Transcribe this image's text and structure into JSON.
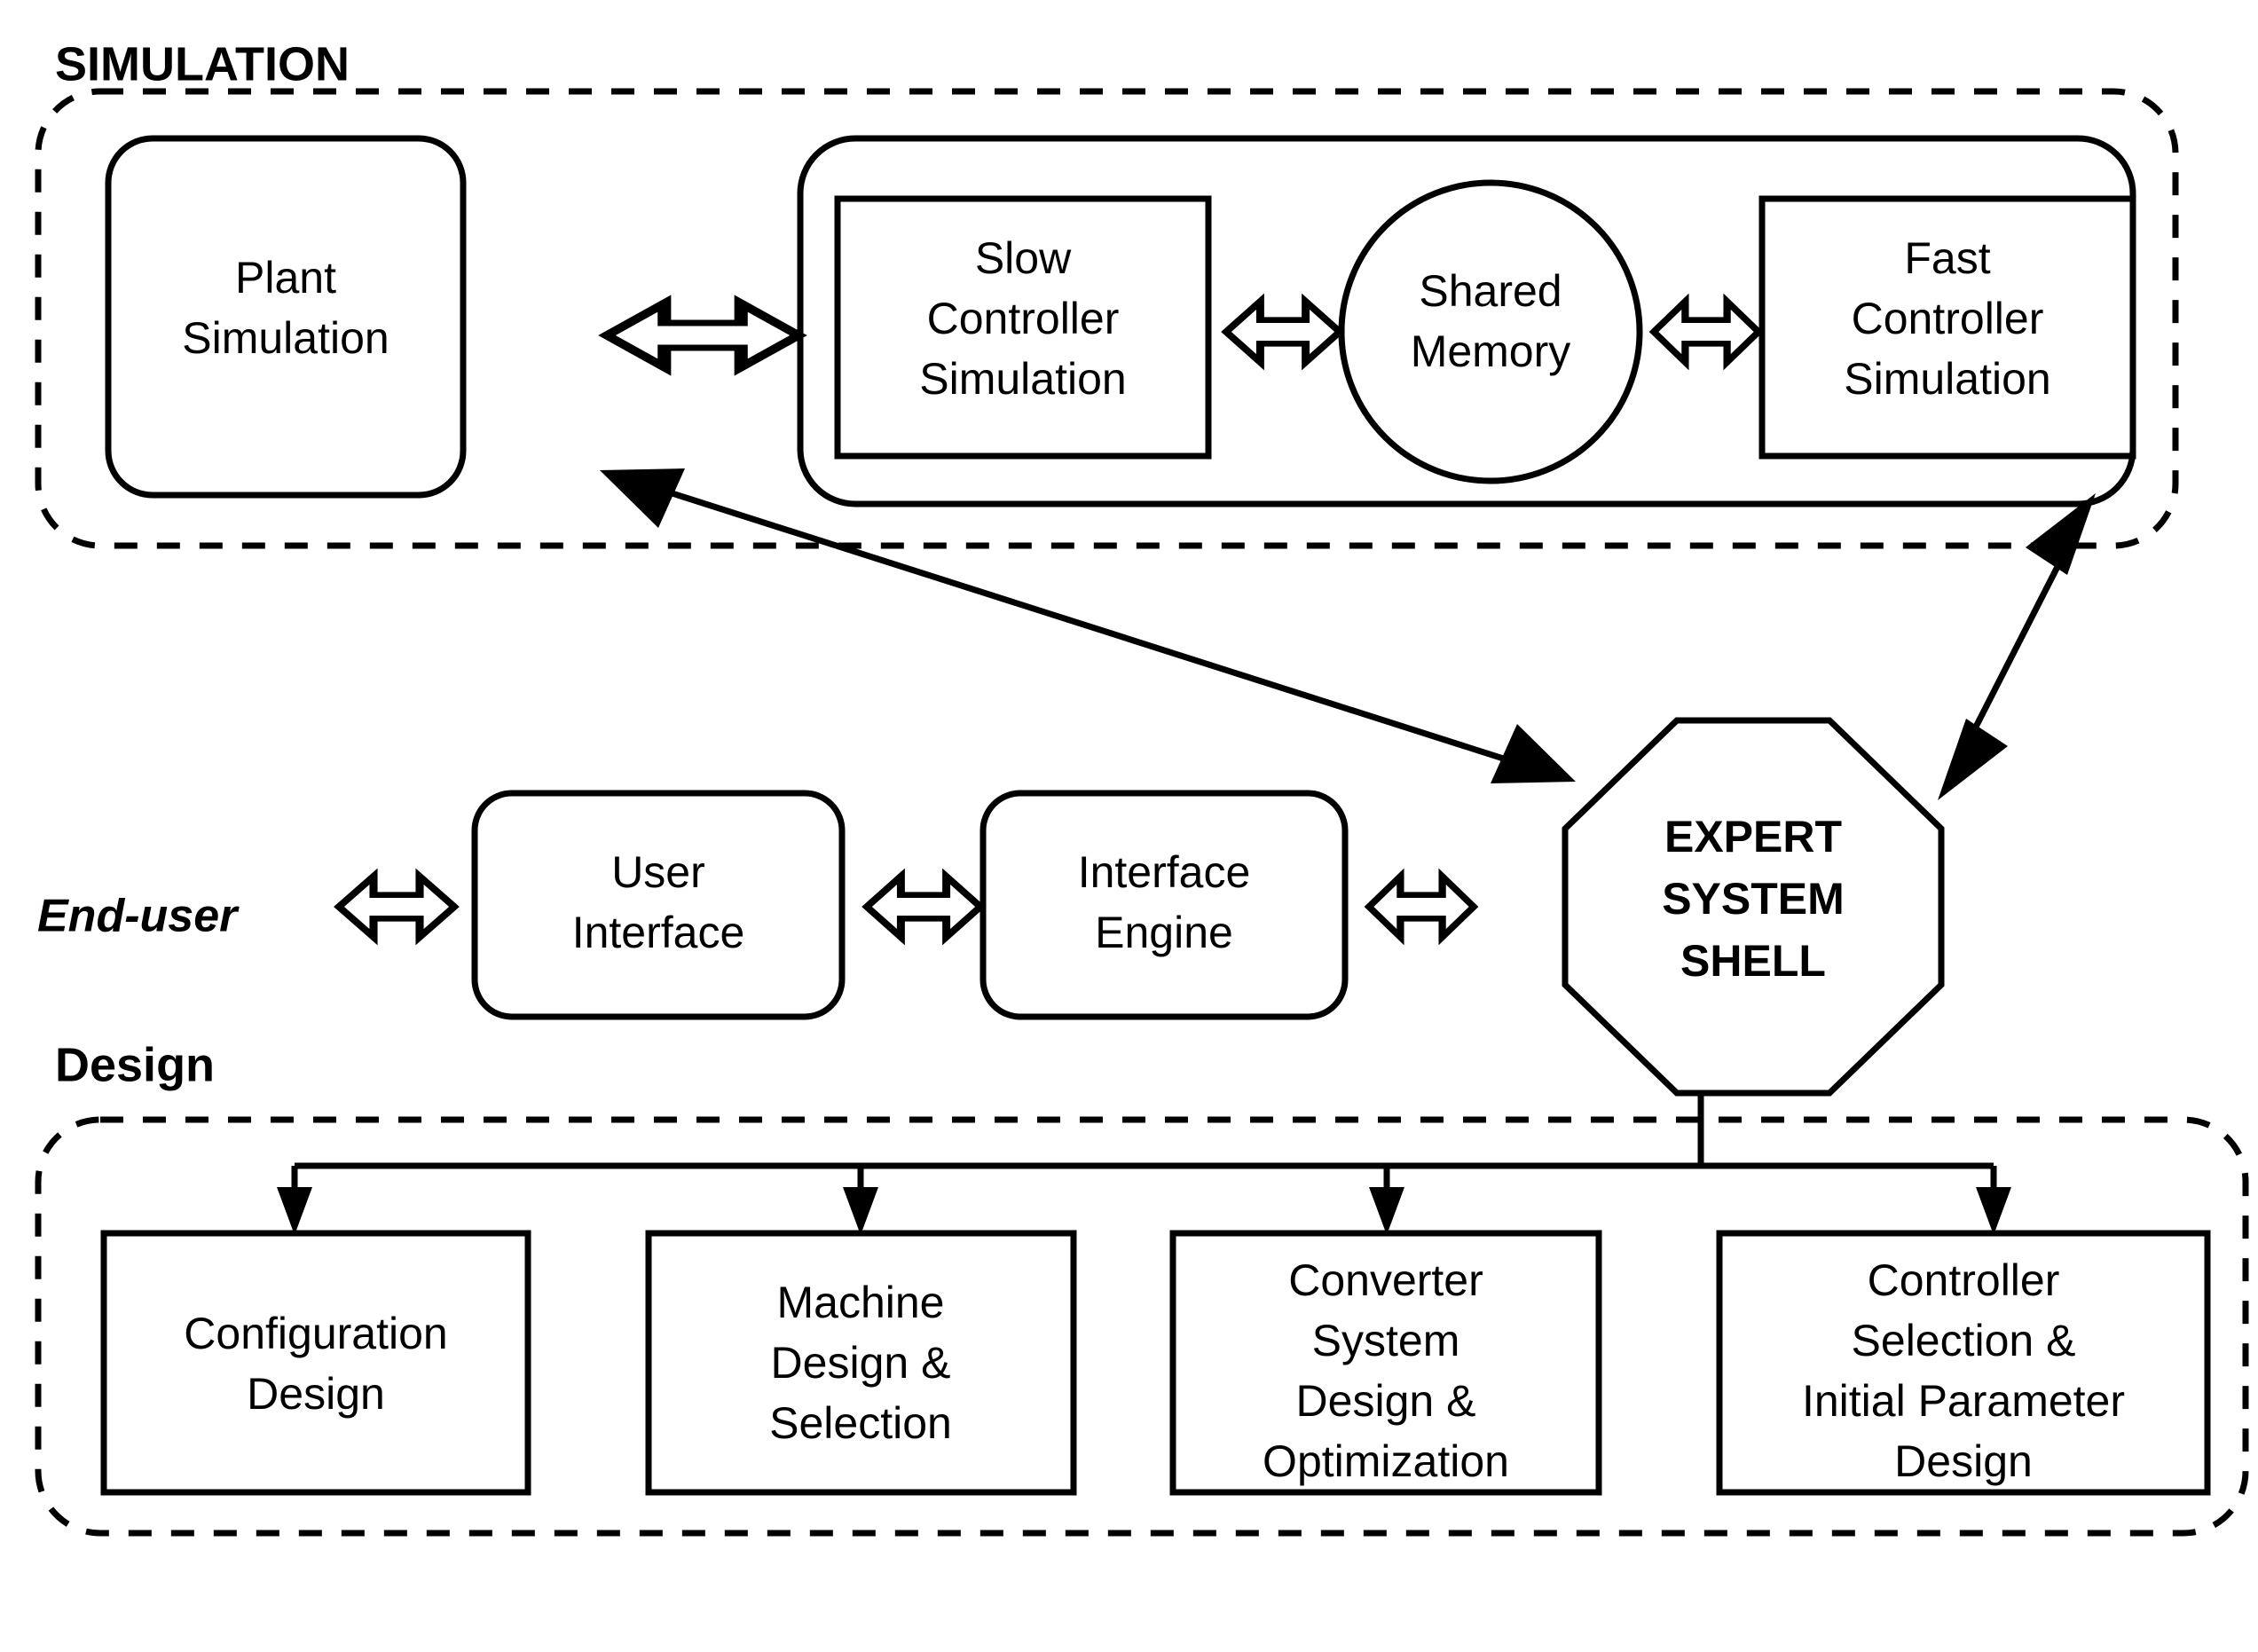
{
  "diagram": {
    "title_hidden": "",
    "groups": [
      {
        "id": "simulation",
        "label": "SIMULATION"
      },
      {
        "id": "design",
        "label": "Design"
      }
    ],
    "actor": {
      "label": "End-user"
    },
    "simulation_nodes": [
      {
        "id": "plant-simulation",
        "label_lines": [
          "Plant",
          "Simulation"
        ]
      },
      {
        "id": "slow-controller-simulation",
        "label_lines": [
          "Slow",
          "Controller",
          "Simulation"
        ]
      },
      {
        "id": "shared-memory",
        "label_lines": [
          "Shared",
          "Memory"
        ]
      },
      {
        "id": "fast-controller-simulation",
        "label_lines": [
          "Fast",
          "Controller",
          "Simulation"
        ]
      }
    ],
    "middle_nodes": [
      {
        "id": "user-interface",
        "label_lines": [
          "User",
          "Interface"
        ]
      },
      {
        "id": "interface-engine",
        "label_lines": [
          "Interface",
          "Engine"
        ]
      },
      {
        "id": "expert-system-shell",
        "label_lines": [
          "EXPERT",
          "SYSTEM",
          "SHELL"
        ]
      }
    ],
    "design_nodes": [
      {
        "id": "configuration-design",
        "label_lines": [
          "Configuration",
          "Design"
        ]
      },
      {
        "id": "machine-design-selection",
        "label_lines": [
          "Machine",
          "Design &",
          "Selection"
        ]
      },
      {
        "id": "converter-system-design-optimization",
        "label_lines": [
          "Converter",
          "System",
          "Design &",
          "Optimization"
        ]
      },
      {
        "id": "controller-selection-initial-parameter-design",
        "label_lines": [
          "Controller",
          "Selection &",
          "Initial Parameter",
          "Design"
        ]
      }
    ],
    "connectors": [
      {
        "id": "end-user-to-user-interface",
        "kind": "hollow-double-arrow"
      },
      {
        "id": "user-interface-to-interface-engine",
        "kind": "hollow-double-arrow"
      },
      {
        "id": "interface-engine-to-expert-system-shell",
        "kind": "hollow-double-arrow"
      },
      {
        "id": "plant-to-slow-controller",
        "kind": "hollow-double-arrow"
      },
      {
        "id": "slow-controller-to-shared-memory",
        "kind": "hollow-double-arrow"
      },
      {
        "id": "shared-memory-to-fast-controller",
        "kind": "hollow-double-arrow"
      },
      {
        "id": "expert-system-shell-to-plant-simulation",
        "kind": "solid-double-arrow"
      },
      {
        "id": "expert-system-shell-to-controller-group",
        "kind": "solid-double-arrow"
      },
      {
        "id": "expert-system-shell-to-design-bus",
        "kind": "solid-line-with-four-arrows"
      }
    ],
    "colors": {
      "stroke": "#000000",
      "background": "#ffffff"
    }
  }
}
